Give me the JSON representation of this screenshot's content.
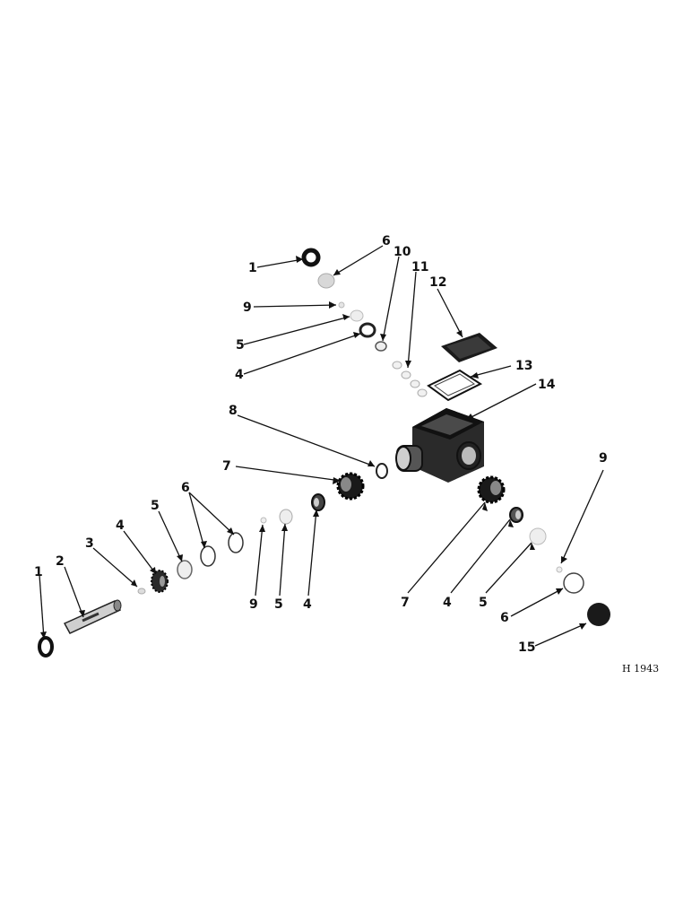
{
  "figure": {
    "reference_code": "H 1943"
  },
  "callouts": [
    {
      "id": "c-top-1",
      "label": "1"
    },
    {
      "id": "c-top-6",
      "label": "6"
    },
    {
      "id": "c-top-10",
      "label": "10"
    },
    {
      "id": "c-top-11",
      "label": "11"
    },
    {
      "id": "c-top-12",
      "label": "12"
    },
    {
      "id": "c-top-9",
      "label": "9"
    },
    {
      "id": "c-top-5",
      "label": "5"
    },
    {
      "id": "c-top-4",
      "label": "4"
    },
    {
      "id": "c-top-13",
      "label": "13"
    },
    {
      "id": "c-top-14",
      "label": "14"
    },
    {
      "id": "c-mid-8",
      "label": "8"
    },
    {
      "id": "c-mid-7",
      "label": "7"
    },
    {
      "id": "c-left-6",
      "label": "6"
    },
    {
      "id": "c-left-5",
      "label": "5"
    },
    {
      "id": "c-left-4",
      "label": "4"
    },
    {
      "id": "c-left-3",
      "label": "3"
    },
    {
      "id": "c-left-2",
      "label": "2"
    },
    {
      "id": "c-left-1",
      "label": "1"
    },
    {
      "id": "c-mid-9",
      "label": "9"
    },
    {
      "id": "c-mid-5",
      "label": "5"
    },
    {
      "id": "c-mid-4",
      "label": "4"
    },
    {
      "id": "c-right-9",
      "label": "9"
    },
    {
      "id": "c-right-7",
      "label": "7"
    },
    {
      "id": "c-right-4",
      "label": "4"
    },
    {
      "id": "c-right-5",
      "label": "5"
    },
    {
      "id": "c-right-6",
      "label": "6"
    },
    {
      "id": "c-right-15",
      "label": "15"
    }
  ]
}
